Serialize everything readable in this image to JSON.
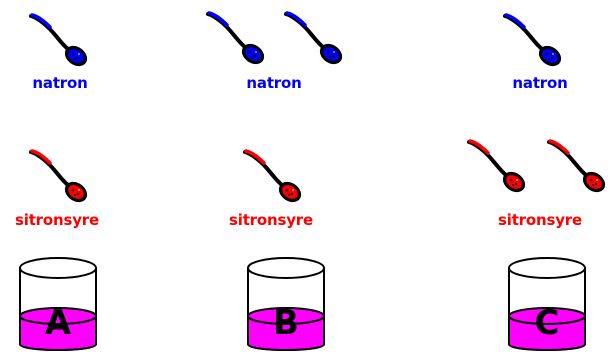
{
  "colors": {
    "natron": "#0000ff",
    "sitronsyre": "#ff0000",
    "liquid": "#ff00ff",
    "outline": "#000000"
  },
  "icons": {
    "spoon": "spoon-icon",
    "beaker": "beaker-icon"
  },
  "setups": [
    {
      "letter": "A",
      "natron": {
        "label": "natron",
        "spoons": 1
      },
      "sitronsyre": {
        "label": "sitronsyre",
        "spoons": 1
      }
    },
    {
      "letter": "B",
      "natron": {
        "label": "natron",
        "spoons": 2
      },
      "sitronsyre": {
        "label": "sitronsyre",
        "spoons": 1
      }
    },
    {
      "letter": "C",
      "natron": {
        "label": "natron",
        "spoons": 1
      },
      "sitronsyre": {
        "label": "sitronsyre",
        "spoons": 2
      }
    }
  ]
}
